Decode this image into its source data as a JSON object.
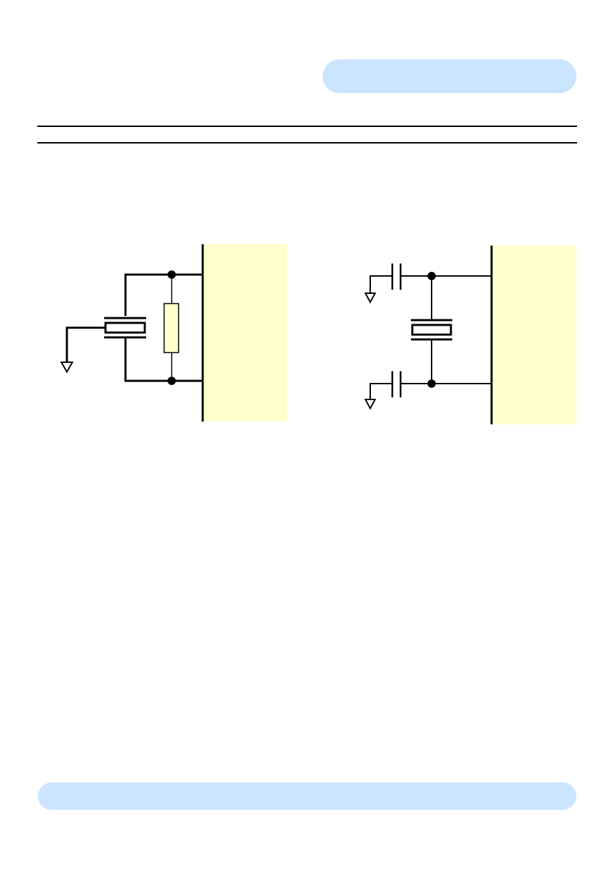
{
  "colors": {
    "header_pill": "#cce5ff",
    "footer_pill": "#cce5ff",
    "chip_fill": "#ffffcc",
    "resistor_fill": "#ffffcc",
    "wire": "#000000"
  },
  "diagrams": [
    {
      "id": "oscillator-with-feedback-resistor",
      "components": [
        "crystal-resonator",
        "feedback-resistor",
        "ground-symbol",
        "chip-body"
      ]
    },
    {
      "id": "oscillator-with-load-capacitors",
      "components": [
        "capacitor",
        "capacitor",
        "crystal-resonator",
        "ground-symbol",
        "ground-symbol",
        "chip-body"
      ]
    }
  ]
}
